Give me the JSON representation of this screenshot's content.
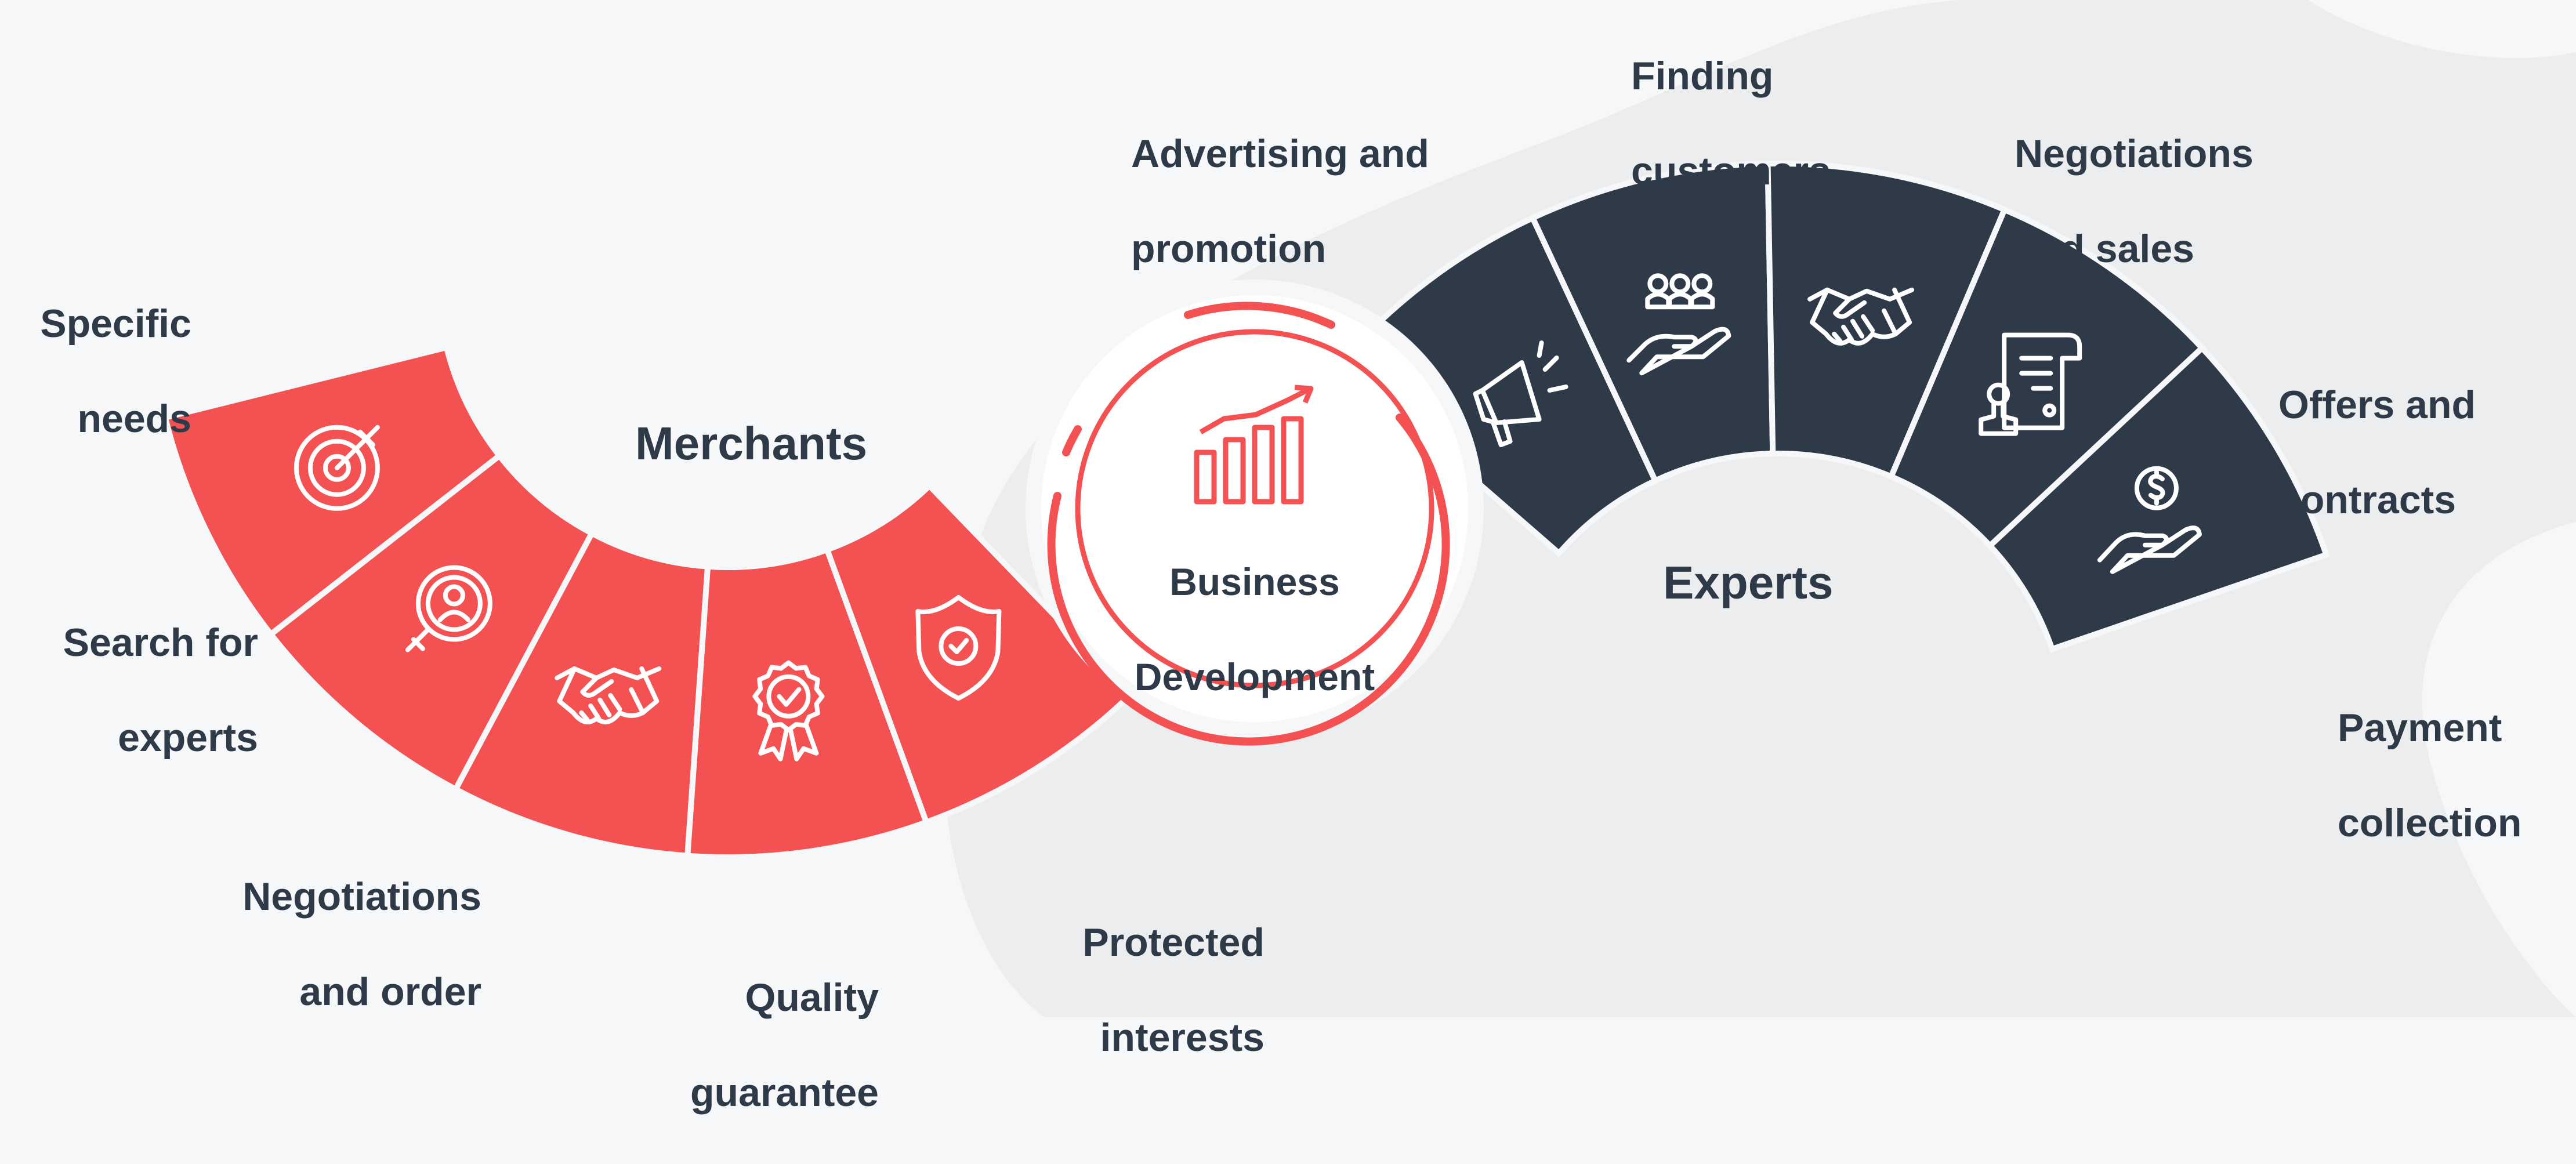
{
  "center": {
    "line1": "Business",
    "line2": "Development",
    "icon": "growth-chart-icon"
  },
  "merchants": {
    "title": "Merchants",
    "color": "#f45252",
    "steps": [
      {
        "line1": "Specific",
        "line2": "needs",
        "icon": "target-icon"
      },
      {
        "line1": "Search for",
        "line2": "experts",
        "icon": "magnifier-person-icon"
      },
      {
        "line1": "Negotiations",
        "line2": "and order",
        "icon": "handshake-icon"
      },
      {
        "line1": "Quality",
        "line2": "guarantee",
        "icon": "award-badge-icon"
      },
      {
        "line1": "Protected",
        "line2": "interests",
        "icon": "shield-check-icon"
      }
    ]
  },
  "experts": {
    "title": "Experts",
    "color": "#2f3a48",
    "steps": [
      {
        "line1": "Advertising and",
        "line2": "promotion",
        "icon": "megaphone-icon"
      },
      {
        "line1": "Finding",
        "line2": "customers",
        "icon": "people-in-hand-icon"
      },
      {
        "line1": "Negotiations",
        "line2": "and sales",
        "icon": "handshake-icon"
      },
      {
        "line1": "Offers and",
        "line2": "contracts",
        "icon": "contract-stamp-icon"
      },
      {
        "line1": "Payment",
        "line2": "collection",
        "icon": "coin-in-hand-icon"
      }
    ]
  }
}
